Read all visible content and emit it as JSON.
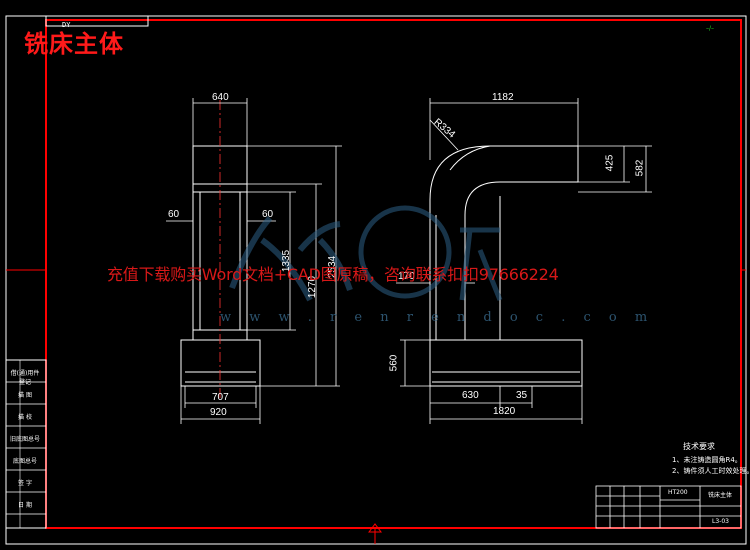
{
  "drawing": {
    "title": "铣床主体",
    "tag": "DY",
    "corner_note": "–/–"
  },
  "watermark": {
    "text": "充值下载购买Word文档+CAD图原稿，咨询联系扣扣97666224",
    "url": "w w w . r e n r e n d o c . c o m"
  },
  "dimensions": {
    "front_width": "640",
    "left_60": "60",
    "right_60": "60",
    "h_1335": "1335",
    "h_1270": "1270",
    "h_2534": "2534",
    "base_707": "707",
    "base_920": "920",
    "side_1182": "1182",
    "radius": "R334",
    "h_425": "425",
    "h_582": "582",
    "d_170": "170",
    "h_560": "560",
    "w_630": "630",
    "w_35": "35",
    "w_1820": "1820"
  },
  "side_labels": [
    "借(通)用件登记",
    "描 图",
    "描 校",
    "旧底图总号",
    "底图总号",
    "签 字",
    "日 期"
  ],
  "tech": {
    "title": "技术要求",
    "line1": "1、未注铸造圆角R4。",
    "line2": "2、铸件须人工时效处理。"
  },
  "title_block": {
    "material": "HT200",
    "name": "铣床主体",
    "code": "L3-03"
  }
}
